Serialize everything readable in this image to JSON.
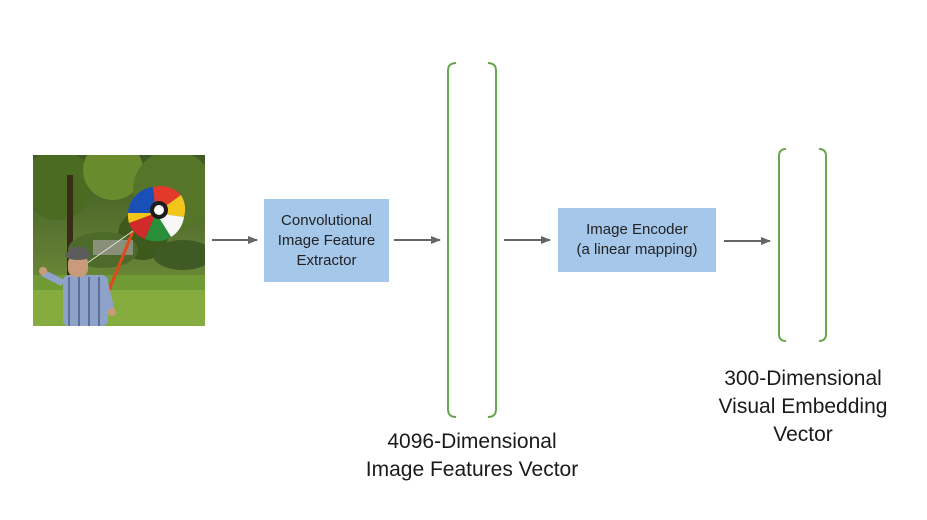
{
  "boxes": {
    "cnn": {
      "line1": "Convolutional",
      "line2": "Image Feature",
      "line3": "Extractor"
    },
    "encoder": {
      "line1": "Image Encoder",
      "line2": "(a linear mapping)"
    }
  },
  "labels": {
    "features_vector": {
      "line1": "4096-Dimensional",
      "line2": "Image Features Vector"
    },
    "embedding_vector": {
      "line1": "300-Dimensional",
      "line2": "Visual Embedding",
      "line3": "Vector"
    }
  },
  "colors": {
    "box_fill": "#a4c7ea",
    "bracket": "#6aa84f",
    "arrow": "#666666"
  }
}
